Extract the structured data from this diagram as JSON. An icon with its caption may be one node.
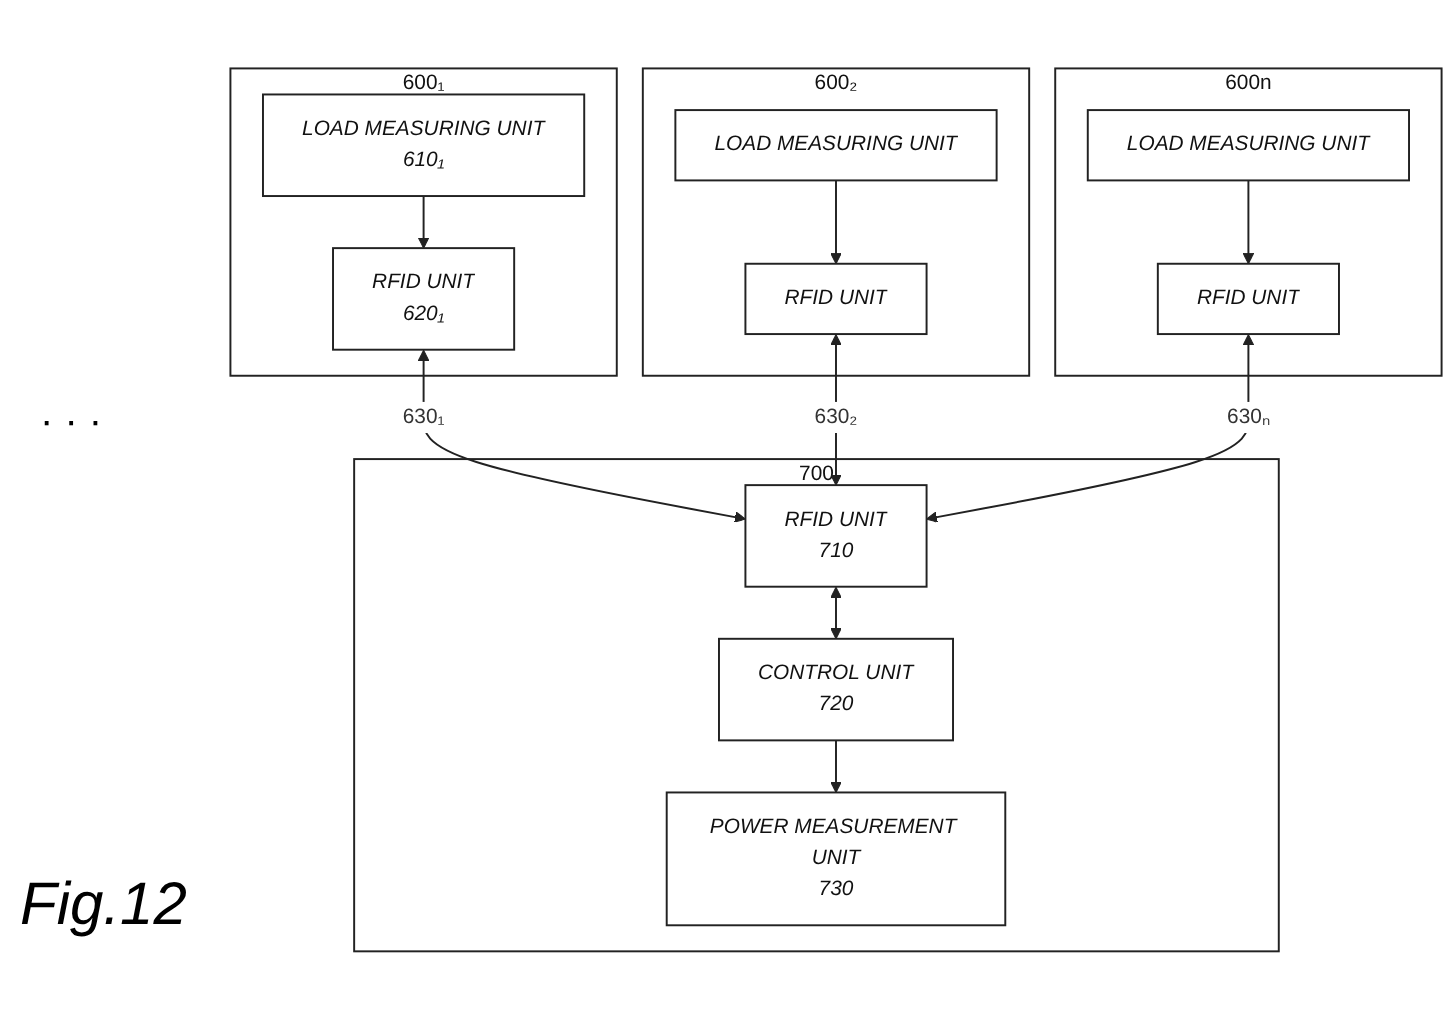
{
  "diagram": {
    "caption": "Fig.12",
    "nodes": [
      {
        "text": [
          "600₁"
        ]
      },
      {
        "text": [
          "LOAD MEASURING UNIT",
          "610₁"
        ],
        "in": 0
      },
      {
        "text": [
          "RFID UNIT",
          "620₁"
        ],
        "in": 0
      },
      {
        "text": [
          "600₂"
        ]
      },
      {
        "text": [
          "LOAD MEASURING UNIT"
        ],
        "in": 3
      },
      {
        "text": [
          "RFID UNIT"
        ],
        "in": 3
      },
      {
        "text": [
          "600n"
        ]
      },
      {
        "text": [
          "LOAD MEASURING UNIT"
        ],
        "in": 6
      },
      {
        "text": [
          "RFID UNIT"
        ],
        "in": 6
      },
      {
        "text": [
          "700"
        ]
      },
      {
        "text": [
          "RFID UNIT",
          "710"
        ],
        "in": 9
      },
      {
        "text": [
          "CONTROL UNIT",
          "720"
        ],
        "in": 9
      },
      {
        "text": [
          "POWER MEASUREMENT UNIT",
          "730"
        ],
        "in": 9
      }
    ],
    "edges": [
      {
        "from": 1,
        "to": 2,
        "arrow": "to"
      },
      {
        "from": 4,
        "to": 5,
        "arrow": "to"
      },
      {
        "from": 7,
        "to": 8,
        "arrow": "to"
      },
      {
        "from": 2,
        "to": 10,
        "arrow": "both",
        "label": "630₁"
      },
      {
        "from": 5,
        "to": 10,
        "arrow": "both",
        "label": "630₂"
      },
      {
        "from": 8,
        "to": 10,
        "arrow": "both",
        "label": "630ₙ"
      },
      {
        "from": 10,
        "to": 11,
        "arrow": "both"
      },
      {
        "from": 11,
        "to": 12,
        "arrow": "to"
      }
    ],
    "labels": [
      "· · ·"
    ]
  }
}
